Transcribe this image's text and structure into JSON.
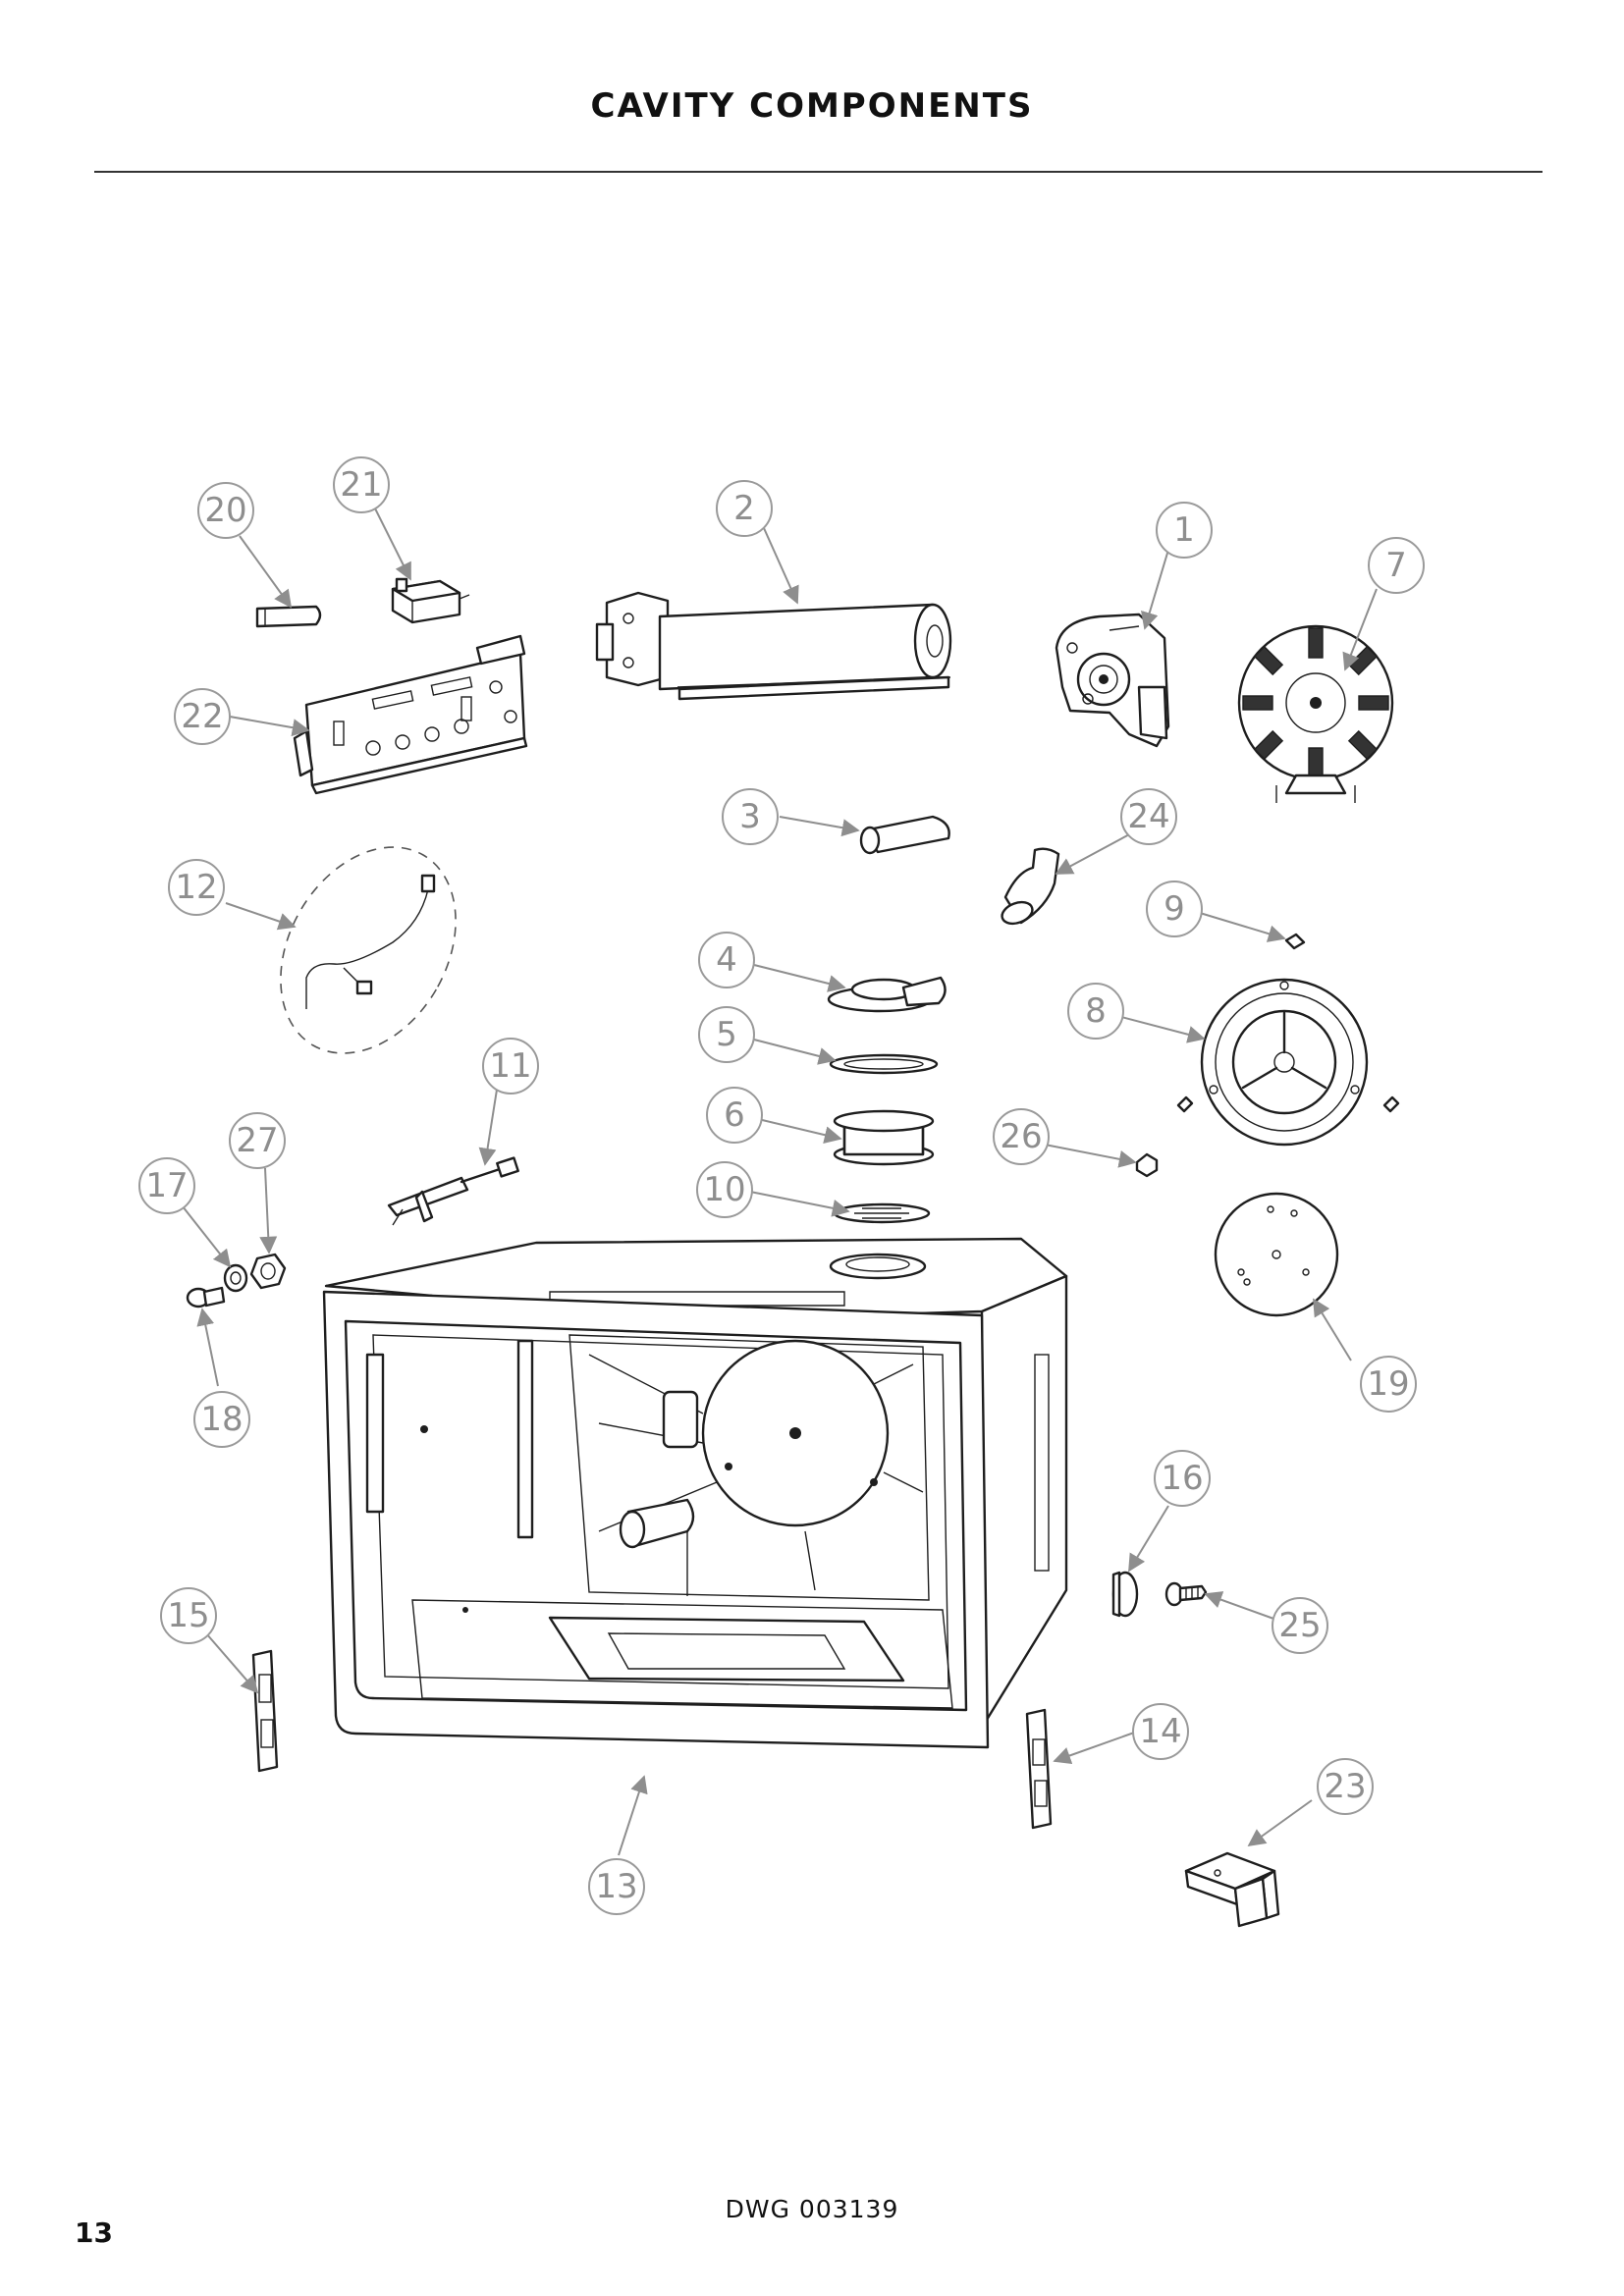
{
  "header": {
    "title": "CAVITY COMPONENTS"
  },
  "footer": {
    "drawing_number": "DWG 003139",
    "page_number": "13"
  },
  "callouts": [
    "1",
    "2",
    "3",
    "4",
    "5",
    "6",
    "7",
    "8",
    "9",
    "10",
    "11",
    "12",
    "13",
    "14",
    "15",
    "16",
    "17",
    "18",
    "19",
    "20",
    "21",
    "22",
    "23",
    "24",
    "25",
    "26",
    "27"
  ],
  "colors": {
    "text": "#111111",
    "callout": "#8e8e8e",
    "line_art": "#1e1e1e"
  }
}
